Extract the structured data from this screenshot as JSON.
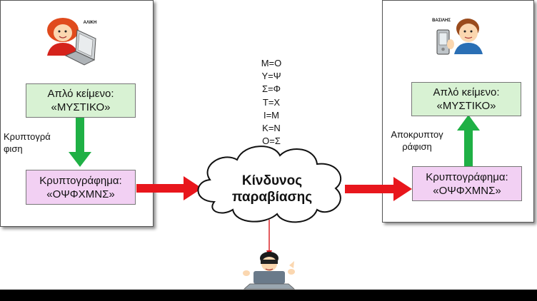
{
  "left": {
    "person_name": "ΑΛΙΚΗ",
    "plaintext": [
      "Απλό κείμενο:",
      "«ΜΥΣΤΙΚΟ»"
    ],
    "process": [
      "Κρυπτογρά",
      "φιση"
    ],
    "ciphertext": [
      "Κρυπτογράφημα:",
      "«ΟΨΦΧΜΝΣ»"
    ]
  },
  "right": {
    "person_name": "ΒΑΣΙΛΗΣ",
    "plaintext": [
      "Απλό κείμενο:",
      "«ΜΥΣΤΙΚΟ»"
    ],
    "process": [
      "Αποκρυπτογ",
      "ράφιση"
    ],
    "ciphertext": [
      "Κρυπτογράφημα:",
      "«ΟΨΦΧΜΝΣ»"
    ]
  },
  "mapping": [
    "Μ=Ο",
    "Υ=Ψ",
    "Σ=Φ",
    "Τ=Χ",
    "Ι=Μ",
    "Κ=Ν",
    "Ο=Σ"
  ],
  "cloud": [
    "Κίνδυνος",
    "παραβίασης"
  ],
  "colors": {
    "green_arrow": "#1fb045",
    "red_arrow": "#e8161c",
    "green_box": "#d8f2d3",
    "pink_box": "#f2d0f3"
  }
}
